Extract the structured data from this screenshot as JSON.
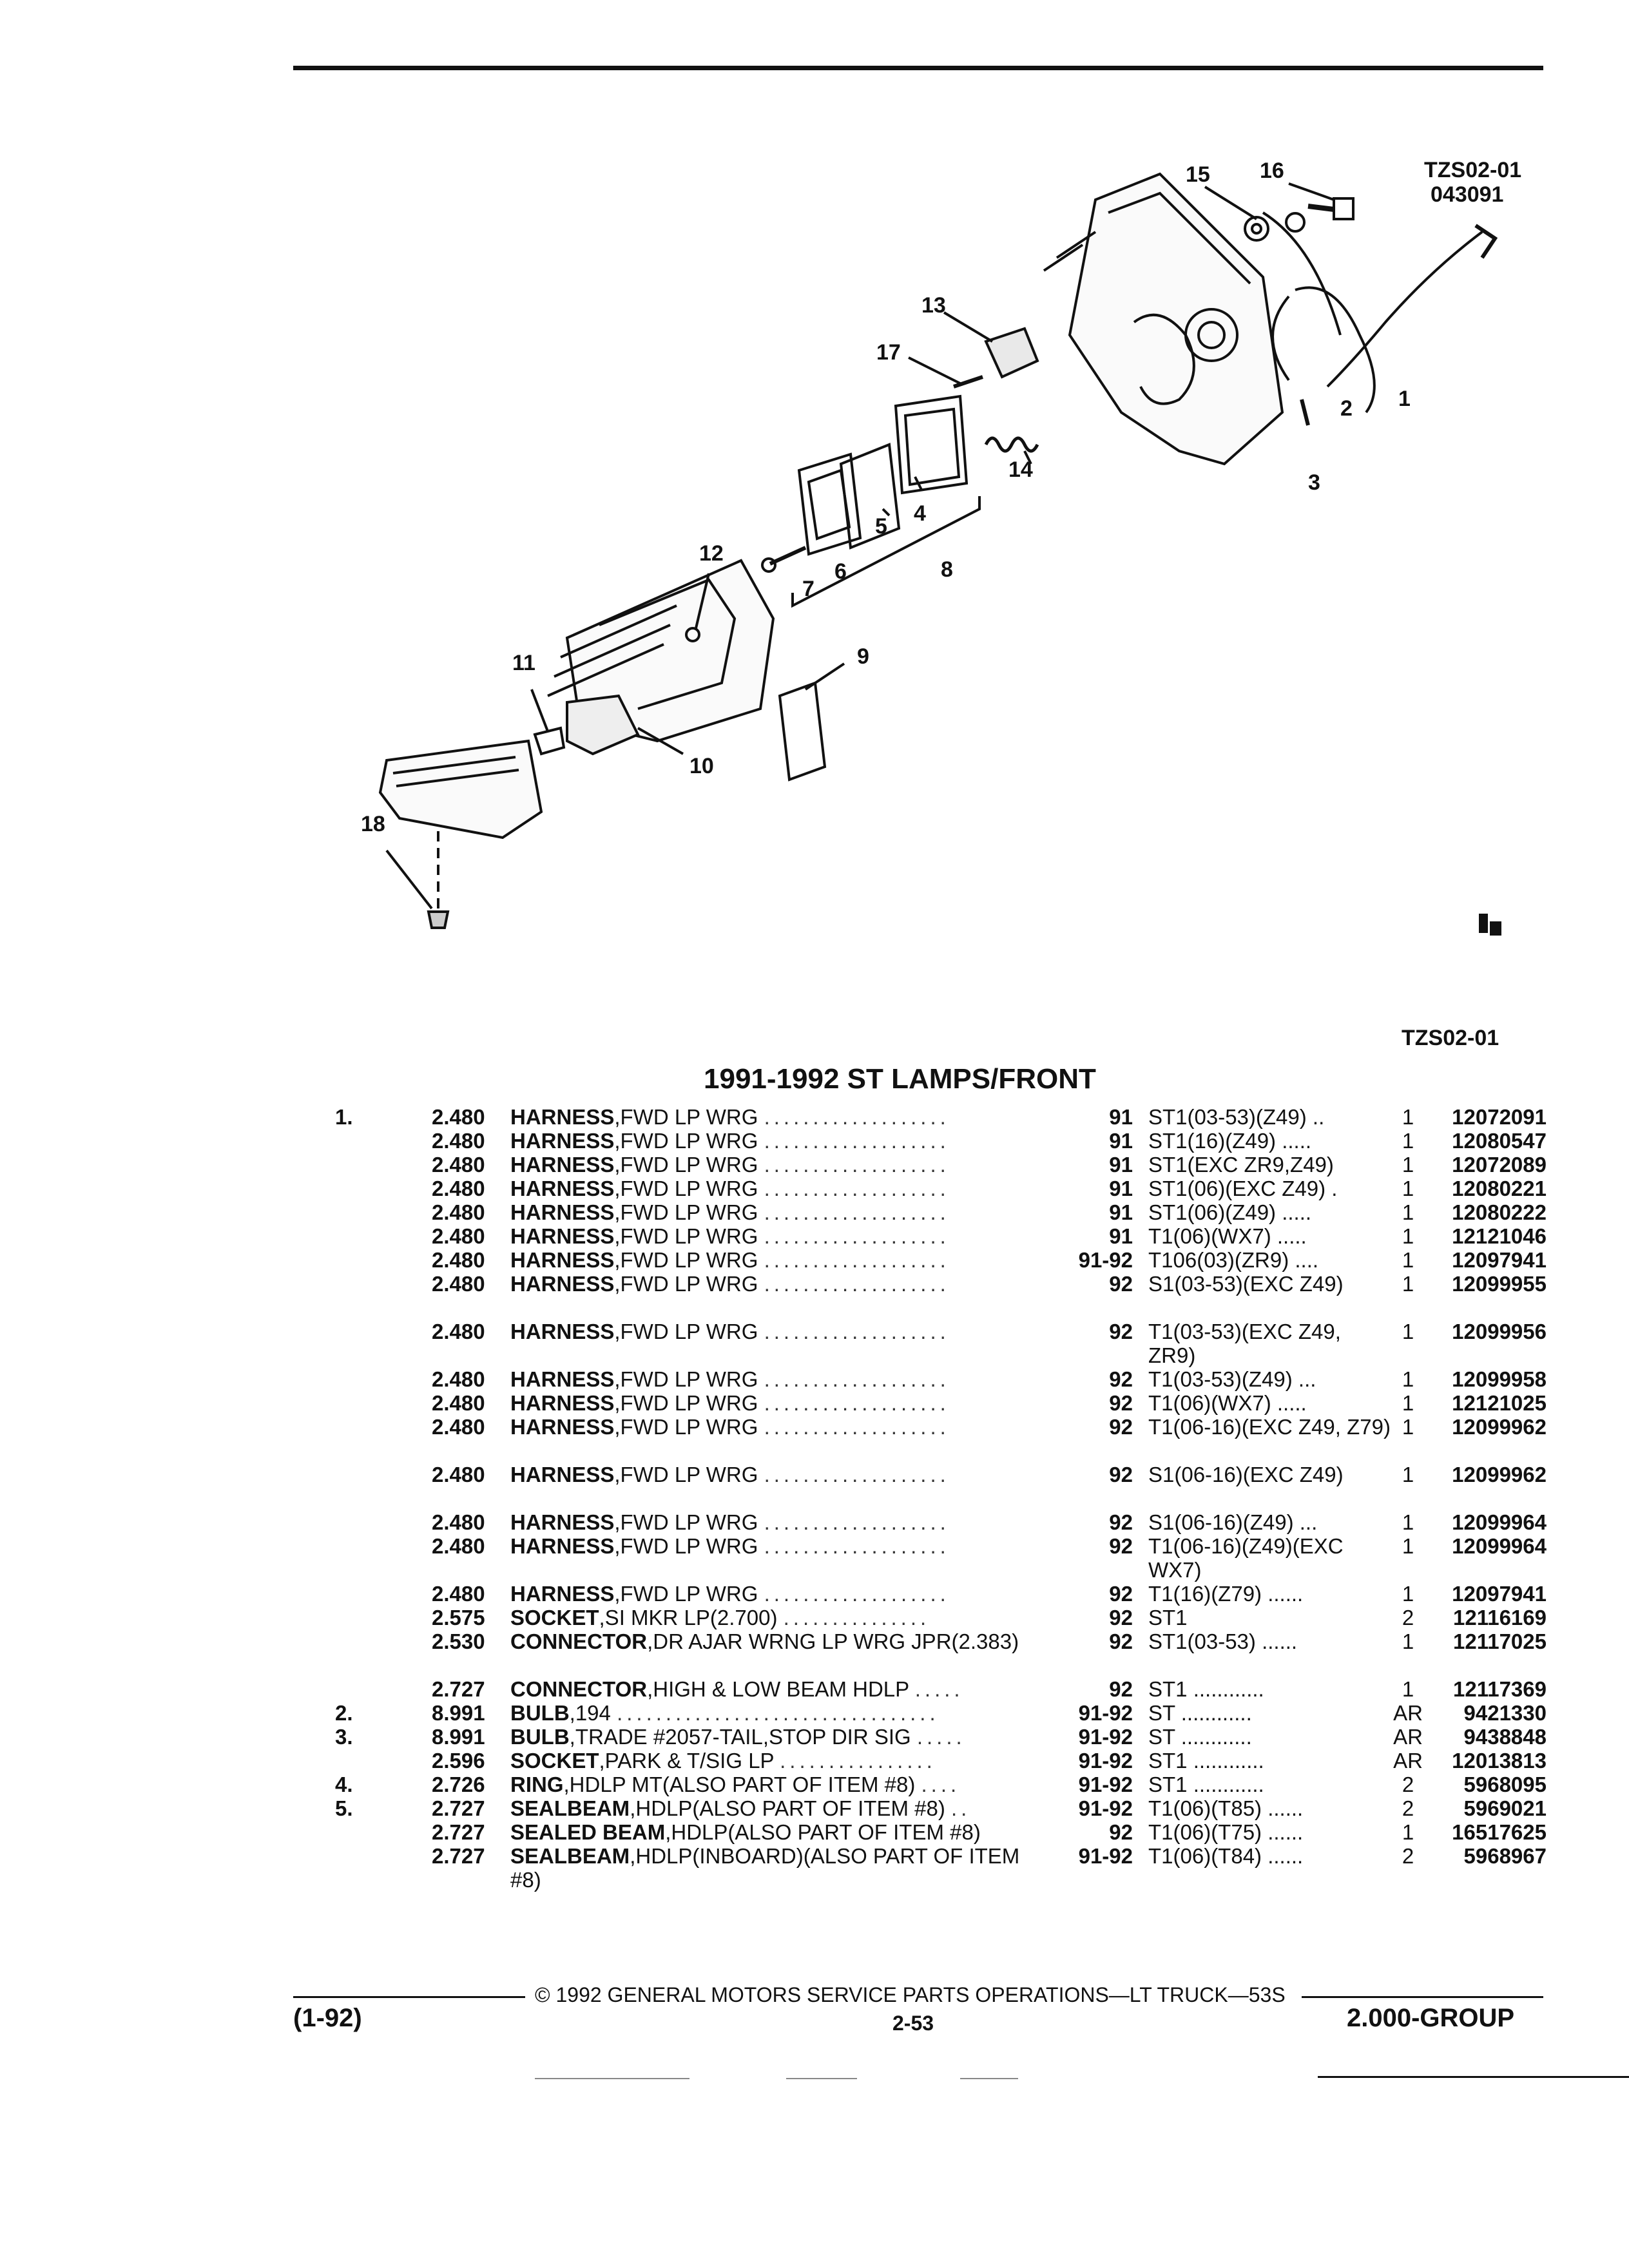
{
  "header": {
    "diagram_code": "TZS02-01",
    "diagram_date": "043091",
    "diagram_code_bottom": "TZS02-01"
  },
  "diagram": {
    "callouts": [
      "1",
      "2",
      "3",
      "4",
      "5",
      "6",
      "7",
      "8",
      "9",
      "10",
      "11",
      "12",
      "13",
      "14",
      "15",
      "16",
      "17",
      "18"
    ]
  },
  "section_title": "1991-1992 ST LAMPS/FRONT",
  "parts": [
    {
      "ref": "1.",
      "group": "2.480",
      "name": "HARNESS",
      "desc": ",FWD LP WRG",
      "dots": "...................",
      "years": "91",
      "model": "ST1(03-53)(Z49) ..",
      "qty": "1",
      "part": "12072091"
    },
    {
      "ref": "",
      "group": "2.480",
      "name": "HARNESS",
      "desc": ",FWD LP WRG",
      "dots": "...................",
      "years": "91",
      "model": "ST1(16)(Z49) .....",
      "qty": "1",
      "part": "12080547"
    },
    {
      "ref": "",
      "group": "2.480",
      "name": "HARNESS",
      "desc": ",FWD LP WRG",
      "dots": "...................",
      "years": "91",
      "model": "ST1(EXC ZR9,Z49)",
      "qty": "1",
      "part": "12072089"
    },
    {
      "ref": "",
      "group": "2.480",
      "name": "HARNESS",
      "desc": ",FWD LP WRG",
      "dots": "...................",
      "years": "91",
      "model": "ST1(06)(EXC Z49) .",
      "qty": "1",
      "part": "12080221"
    },
    {
      "ref": "",
      "group": "2.480",
      "name": "HARNESS",
      "desc": ",FWD LP WRG",
      "dots": "...................",
      "years": "91",
      "model": "ST1(06)(Z49) .....",
      "qty": "1",
      "part": "12080222"
    },
    {
      "ref": "",
      "group": "2.480",
      "name": "HARNESS",
      "desc": ",FWD LP WRG",
      "dots": "...................",
      "years": "91",
      "model": "T1(06)(WX7) .....",
      "qty": "1",
      "part": "12121046"
    },
    {
      "ref": "",
      "group": "2.480",
      "name": "HARNESS",
      "desc": ",FWD LP WRG",
      "dots": "...................",
      "years": "91-92",
      "model": "T106(03)(ZR9) ....",
      "qty": "1",
      "part": "12097941"
    },
    {
      "ref": "",
      "group": "2.480",
      "name": "HARNESS",
      "desc": ",FWD LP WRG",
      "dots": "...................",
      "years": "92",
      "model": "S1(03-53)(EXC Z49)",
      "qty": "1",
      "part": "12099955",
      "tall": true
    },
    {
      "ref": "",
      "group": "2.480",
      "name": "HARNESS",
      "desc": ",FWD LP WRG",
      "dots": "...................",
      "years": "92",
      "model": "T1(03-53)(EXC Z49, ZR9)",
      "qty": "1",
      "part": "12099956",
      "tall": true
    },
    {
      "ref": "",
      "group": "2.480",
      "name": "HARNESS",
      "desc": ",FWD LP WRG",
      "dots": "...................",
      "years": "92",
      "model": "T1(03-53)(Z49) ...",
      "qty": "1",
      "part": "12099958"
    },
    {
      "ref": "",
      "group": "2.480",
      "name": "HARNESS",
      "desc": ",FWD LP WRG",
      "dots": "...................",
      "years": "92",
      "model": "T1(06)(WX7) .....",
      "qty": "1",
      "part": "12121025"
    },
    {
      "ref": "",
      "group": "2.480",
      "name": "HARNESS",
      "desc": ",FWD LP WRG",
      "dots": "...................",
      "years": "92",
      "model": "T1(06-16)(EXC Z49, Z79)",
      "qty": "1",
      "part": "12099962",
      "tall": true
    },
    {
      "ref": "",
      "group": "2.480",
      "name": "HARNESS",
      "desc": ",FWD LP WRG",
      "dots": "...................",
      "years": "92",
      "model": "S1(06-16)(EXC Z49)",
      "qty": "1",
      "part": "12099962",
      "tall": true
    },
    {
      "ref": "",
      "group": "2.480",
      "name": "HARNESS",
      "desc": ",FWD LP WRG",
      "dots": "...................",
      "years": "92",
      "model": "S1(06-16)(Z49) ...",
      "qty": "1",
      "part": "12099964"
    },
    {
      "ref": "",
      "group": "2.480",
      "name": "HARNESS",
      "desc": ",FWD LP WRG",
      "dots": "...................",
      "years": "92",
      "model": "T1(06-16)(Z49)(EXC WX7)",
      "qty": "1",
      "part": "12099964",
      "tall": true
    },
    {
      "ref": "",
      "group": "2.480",
      "name": "HARNESS",
      "desc": ",FWD LP WRG",
      "dots": "...................",
      "years": "92",
      "model": "T1(16)(Z79) ......",
      "qty": "1",
      "part": "12097941"
    },
    {
      "ref": "",
      "group": "2.575",
      "name": "SOCKET",
      "desc": ",SI MKR LP(2.700)",
      "dots": "...............",
      "years": "92",
      "model": "ST1",
      "qty": "2",
      "part": "12116169"
    },
    {
      "ref": "",
      "group": "2.530",
      "name": "CONNECTOR",
      "desc": ",DR AJAR WRNG LP WRG JPR(2.383)",
      "dots": "",
      "years": "92",
      "model": "ST1(03-53) ......",
      "qty": "1",
      "part": "12117025",
      "tall": true
    },
    {
      "ref": "",
      "group": "2.727",
      "name": "CONNECTOR",
      "desc": ",HIGH & LOW BEAM HDLP",
      "dots": ".....",
      "years": "92",
      "model": "ST1 ............",
      "qty": "1",
      "part": "12117369"
    },
    {
      "ref": "2.",
      "group": "8.991",
      "name": "BULB",
      "desc": ",194",
      "dots": ".................................",
      "years": "91-92",
      "model": "ST ............",
      "qty": "AR",
      "part": "9421330"
    },
    {
      "ref": "3.",
      "group": "8.991",
      "name": "BULB",
      "desc": ",TRADE #2057-TAIL,STOP DIR SIG",
      "dots": ".....",
      "years": "91-92",
      "model": "ST ............",
      "qty": "AR",
      "part": "9438848"
    },
    {
      "ref": "",
      "group": "2.596",
      "name": "SOCKET",
      "desc": ",PARK & T/SIG LP",
      "dots": "................",
      "years": "91-92",
      "model": "ST1 ............",
      "qty": "AR",
      "part": "12013813"
    },
    {
      "ref": "4.",
      "group": "2.726",
      "name": "RING",
      "desc": ",HDLP MT(ALSO PART OF ITEM #8)",
      "dots": "....",
      "years": "91-92",
      "model": "ST1 ............",
      "qty": "2",
      "part": "5968095"
    },
    {
      "ref": "5.",
      "group": "2.727",
      "name": "SEALBEAM",
      "desc": ",HDLP(ALSO PART OF ITEM #8)",
      "dots": "..",
      "years": "91-92",
      "model": "T1(06)(T85) ......",
      "qty": "2",
      "part": "5969021"
    },
    {
      "ref": "",
      "group": "2.727",
      "name": "SEALED BEAM",
      "desc": ",HDLP(ALSO PART OF ITEM #8)",
      "dots": "",
      "years": "92",
      "model": "T1(06)(T75) ......",
      "qty": "1",
      "part": "16517625"
    },
    {
      "ref": "",
      "group": "2.727",
      "name": "SEALBEAM",
      "desc": ",HDLP(INBOARD)(ALSO PART OF ITEM #8)",
      "dots": "",
      "years": "91-92",
      "model": "T1(06)(T84) ......",
      "qty": "2",
      "part": "5968967",
      "tall": true
    }
  ],
  "footer": {
    "left": "(1-92)",
    "center": "© 1992 GENERAL MOTORS SERVICE PARTS OPERATIONS—LT TRUCK—53S",
    "page": "2-53",
    "right": "2.000-GROUP"
  },
  "colors": {
    "ink": "#111111",
    "paper": "#ffffff"
  }
}
